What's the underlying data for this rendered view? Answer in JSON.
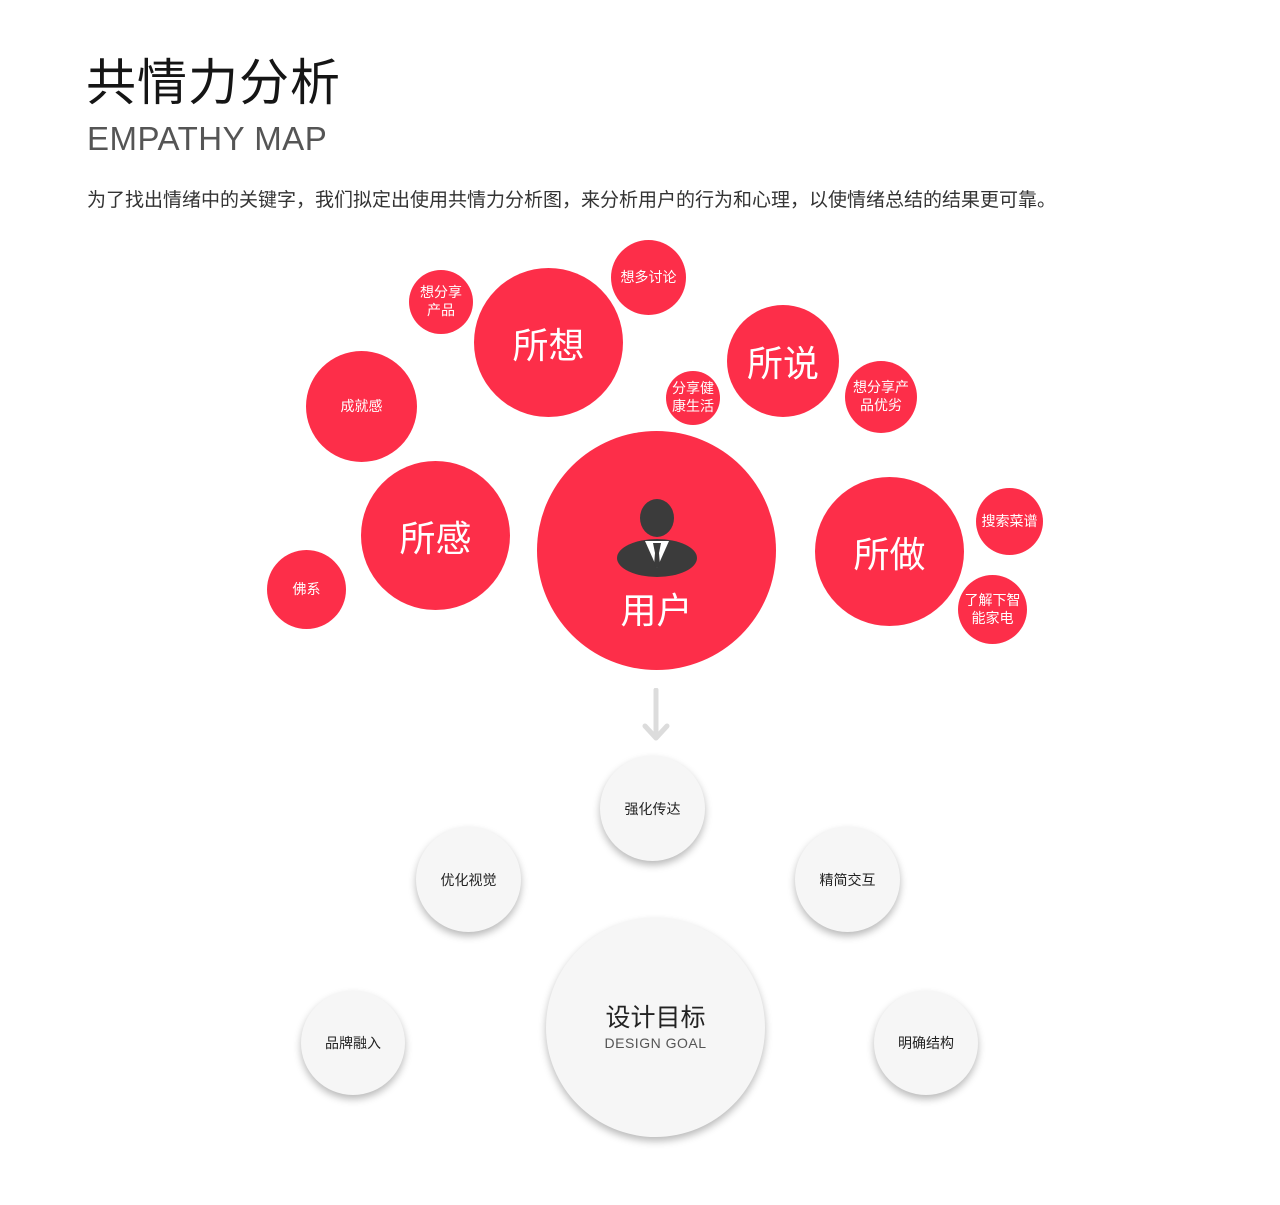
{
  "header": {
    "title": "共情力分析",
    "subtitle": "EMPATHY MAP",
    "description": "为了找出情绪中的关键字，我们拟定出使用共情力分析图，来分析用户的行为和心理，以使情绪总结的结果更可靠。"
  },
  "empathy": {
    "user": "用户",
    "think": "所想",
    "say": "所说",
    "feel": "所感",
    "do": "所做",
    "think_items": [
      "想分享产品",
      "想多讨论"
    ],
    "say_items": [
      "分享健康生活",
      "想分享产品优劣"
    ],
    "feel_items": [
      "成就感",
      "佛系"
    ],
    "do_items": [
      "搜索菜谱",
      "了解下智能家电"
    ]
  },
  "goals": {
    "title": "设计目标",
    "title_en": "DESIGN GOAL",
    "items": [
      "强化传达",
      "优化视觉",
      "精简交互",
      "品牌融入",
      "明确结构"
    ]
  },
  "colors": {
    "accent": "#fd2e49",
    "goal_fill": "#f6f6f6",
    "arrow": "#dcdcdc"
  },
  "icons": {
    "user": "user-avatar-icon",
    "arrow": "arrow-down-icon"
  }
}
